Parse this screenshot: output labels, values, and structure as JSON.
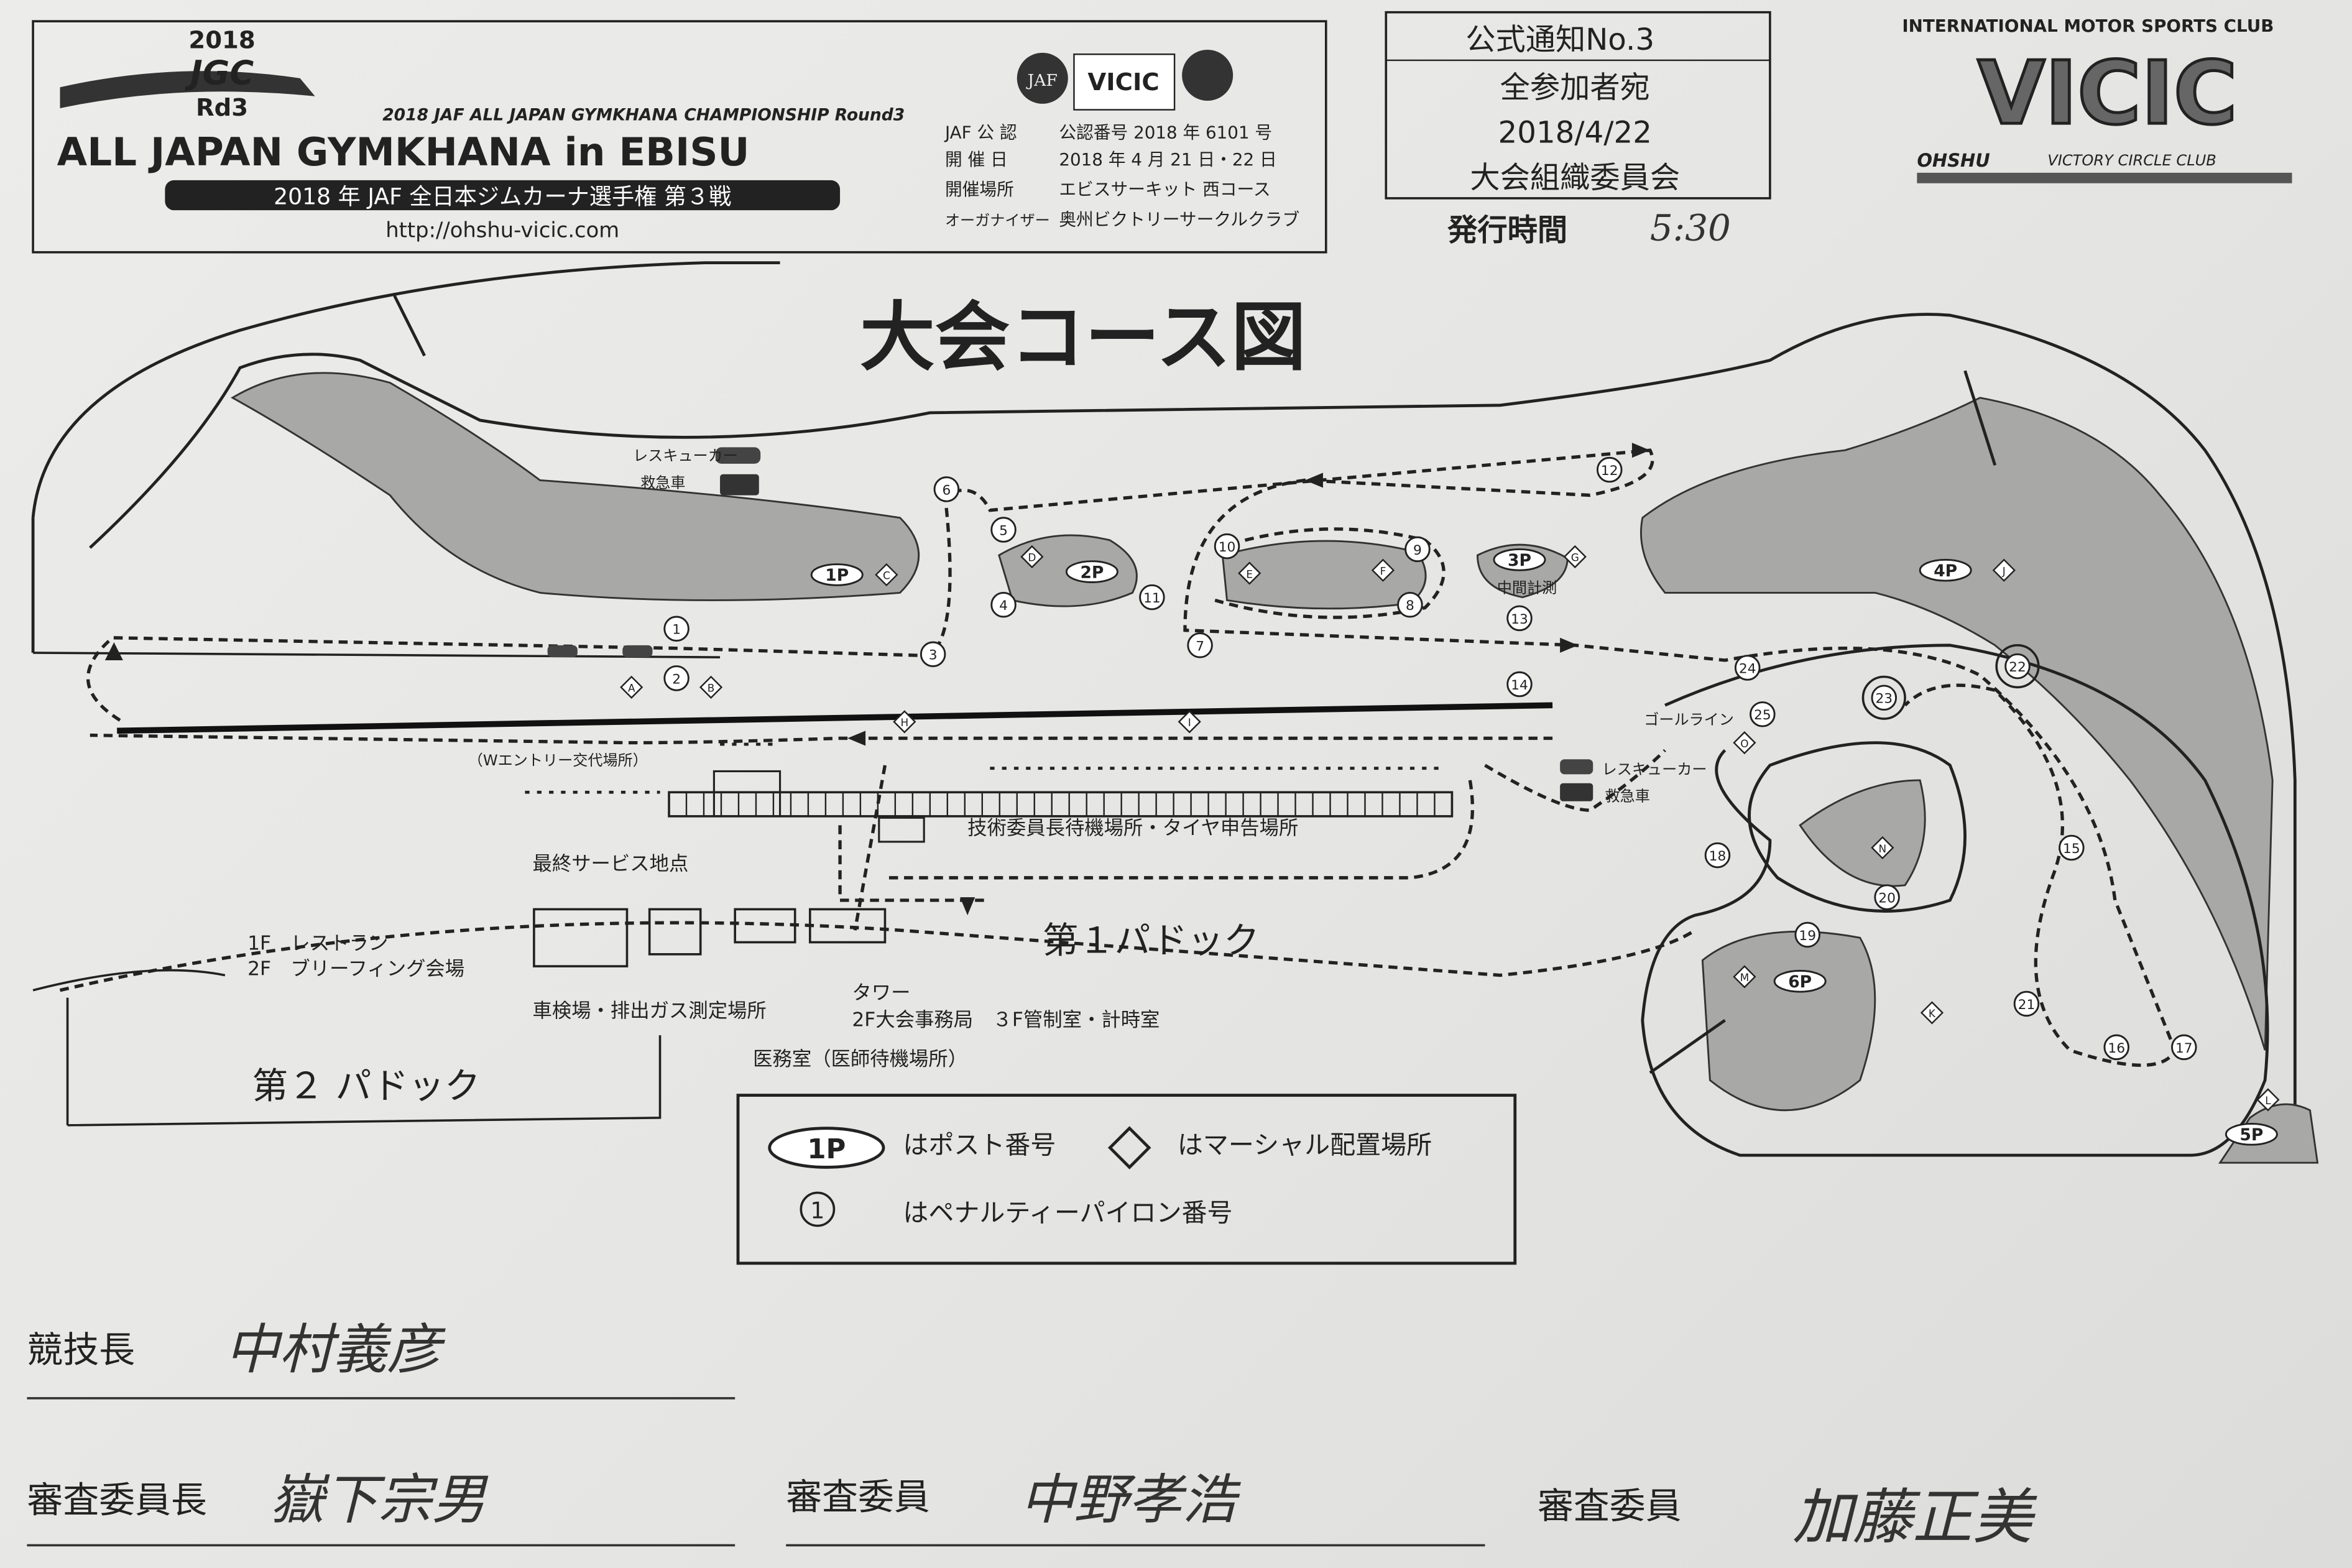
{
  "header": {
    "logo_lines": [
      "2018",
      "JGC",
      "Rd3"
    ],
    "championship_en": "2018 JAF ALL JAPAN GYMKHANA CHAMPIONSHIP Round3",
    "event_title": "ALL JAPAN GYMKHANA in EBISU",
    "event_title_ja": "2018 年 JAF 全日本ジムカーナ選手権 第３戦",
    "url": "http://ohshu-vicic.com",
    "badge_vicic": "VICIC",
    "info": [
      {
        "label": "JAF 公 認",
        "value": "公認番号 2018 年 6101 号"
      },
      {
        "label": "開 催 日",
        "value": "2018 年 4 月 21 日・22 日"
      },
      {
        "label": "開催場所",
        "value": "エビスサーキット 西コース"
      },
      {
        "label": "オーガナイザー",
        "value": "奥州ビクトリーサークルクラブ"
      }
    ]
  },
  "notice": {
    "number": "公式通知No.3",
    "to": "全参加者宛",
    "date": "2018/4/22",
    "issuer": "大会組織委員会",
    "time_label": "発行時間",
    "time_value": "5:30"
  },
  "club_logo": {
    "top": "INTERNATIONAL MOTOR SPORTS CLUB",
    "name": "VICIC",
    "bottom_left": "OHSHU",
    "bottom_right": "VICTORY CIRCLE CLUB"
  },
  "map": {
    "title": "大会コース図",
    "pylons": [
      "1",
      "2",
      "3",
      "4",
      "5",
      "6",
      "7",
      "8",
      "9",
      "10",
      "11",
      "12",
      "13",
      "14",
      "15",
      "16",
      "17",
      "18",
      "19",
      "20",
      "21",
      "22",
      "23",
      "24",
      "25"
    ],
    "posts": [
      "1P",
      "2P",
      "3P",
      "4P",
      "5P",
      "6P"
    ],
    "marshals": [
      "A",
      "B",
      "C",
      "D",
      "E",
      "F",
      "G",
      "H",
      "I",
      "J",
      "K",
      "L",
      "M",
      "N",
      "O"
    ],
    "labels": {
      "rescue1": "レスキューカー",
      "ambulance1": "救急車",
      "rescue2": "レスキューカー",
      "ambulance2": "救急車",
      "mid_timing": "中間計測",
      "goal_line": "ゴールライン",
      "w_entry": "（Wエントリー交代場所）",
      "final_service": "最終サービス地点",
      "tech_wait": "技術委員長待機場所・タイヤ申告場所",
      "restaurant_1f": "1F　レストラン",
      "briefing_2f": "2F　ブリーフィング会場",
      "inspection": "車検場・排出ガス測定場所",
      "tower": "タワー",
      "tower_floors": "2F大会事務局　３F管制室・計時室",
      "medical": "医務室（医師待機場所）",
      "paddock1": "第１パドック",
      "paddock2": "第２ パドック"
    }
  },
  "legend": {
    "post_sample": "1P",
    "post_text": "はポスト番号",
    "marshal_text": "はマーシャル配置場所",
    "pylon_sample": "1",
    "pylon_text": "はペナルティーパイロン番号"
  },
  "signatures": [
    {
      "role": "競技長",
      "name": "中村義彦"
    },
    {
      "role": "審査委員長",
      "name": "嶽下宗男"
    },
    {
      "role": "審査委員",
      "name": "中野孝浩"
    },
    {
      "role": "審査委員",
      "name": "加藤正美"
    }
  ]
}
